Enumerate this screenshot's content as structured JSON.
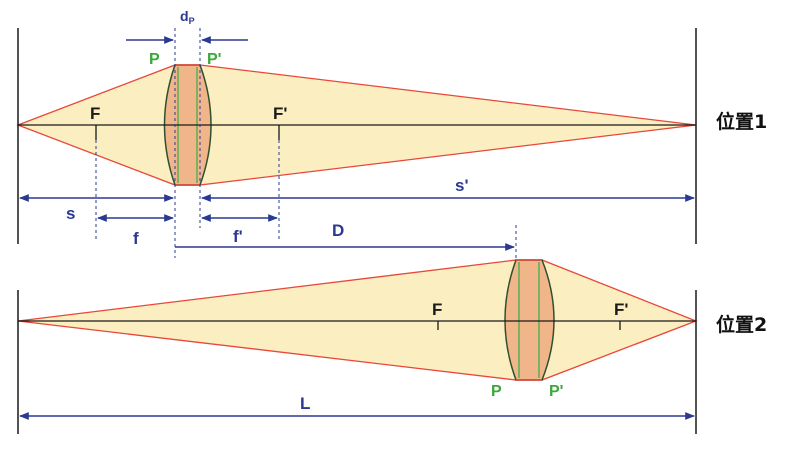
{
  "diagram": {
    "top": {
      "dp_label_main": "d",
      "dp_label_sub": "P",
      "principal_left": "P",
      "principal_right": "P'",
      "focal_left": "F",
      "focal_right": "F'",
      "dist_s": "s",
      "dist_s_prime": "s'",
      "dist_f": "f",
      "dist_f_prime": "f'",
      "dist_D": "D",
      "position_label": "位置1"
    },
    "bottom": {
      "focal_left": "F",
      "focal_right": "F'",
      "principal_left": "P",
      "principal_right": "P'",
      "dist_L": "L",
      "position_label": "位置2"
    }
  },
  "colors": {
    "beam_fill": "#fbeec0",
    "beam_edge": "#e8473a",
    "lens_fill": "#f0b68a",
    "lens_stroke": "#2f4f2f",
    "principal_line": "#4caf50",
    "dimension": "#2b3990",
    "label_green": "#3aa83a",
    "axis": "#1a1a1a"
  }
}
